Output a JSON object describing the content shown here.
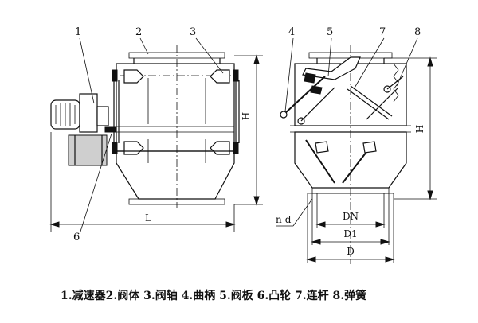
{
  "callouts": {
    "c1": "1",
    "c2": "2",
    "c3": "3",
    "c4": "4",
    "c5": "5",
    "c6": "6",
    "c7": "7",
    "c8": "8"
  },
  "dimensions": {
    "left_height": "H",
    "left_length": "L",
    "right_height": "H",
    "bolt_holes": "n-d",
    "dn": "DN",
    "d1": "D1",
    "d": "D"
  },
  "caption": "1.减速器2.阀体 3.阀轴 4.曲柄 5.阀板 6.凸轮 7.连杆 8.弹簧"
}
